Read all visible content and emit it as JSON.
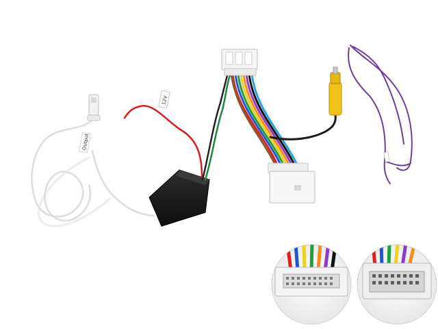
{
  "product": {
    "label_12v": "12V",
    "label_output": "Output"
  },
  "colors": {
    "background": "#ffffff",
    "white_cable": "#f2f2f2",
    "module_box": "#1b1b1b",
    "rca_yellow": "#f2c21b",
    "purple_wire": "#6b3fa0",
    "connector_white": "#f4f4f4"
  },
  "insets": [
    {
      "name": "connector-face-closeup-1"
    },
    {
      "name": "connector-face-closeup-2"
    }
  ]
}
